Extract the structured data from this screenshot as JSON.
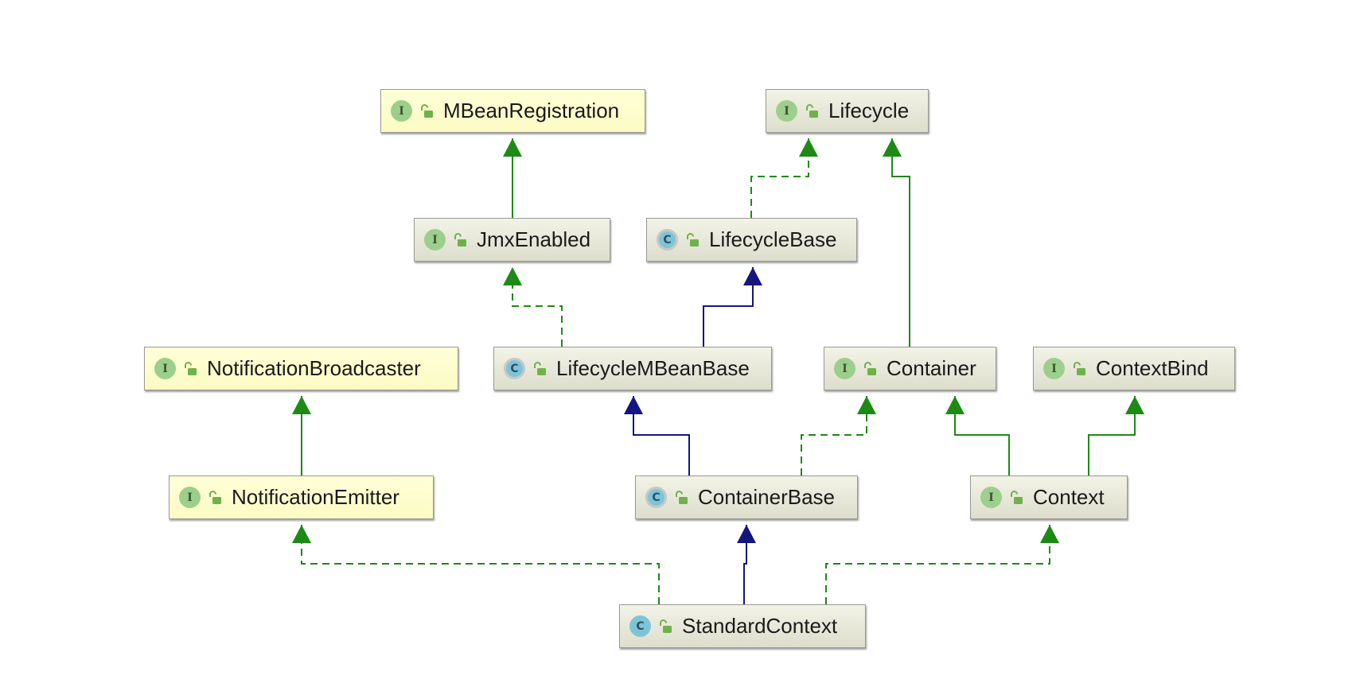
{
  "nodes": [
    {
      "id": "mbean-registration",
      "label": "MBeanRegistration",
      "kind": "interface",
      "kind_letter": "I"
    },
    {
      "id": "lifecycle",
      "label": "Lifecycle",
      "kind": "interface",
      "kind_letter": "I"
    },
    {
      "id": "jmx-enabled",
      "label": "JmxEnabled",
      "kind": "interface",
      "kind_letter": "I"
    },
    {
      "id": "lifecycle-base",
      "label": "LifecycleBase",
      "kind": "abstract-class",
      "kind_letter": "C"
    },
    {
      "id": "notification-broadcaster",
      "label": "NotificationBroadcaster",
      "kind": "interface",
      "kind_letter": "I"
    },
    {
      "id": "lifecycle-mbean-base",
      "label": "LifecycleMBeanBase",
      "kind": "abstract-class",
      "kind_letter": "C"
    },
    {
      "id": "container",
      "label": "Container",
      "kind": "interface",
      "kind_letter": "I"
    },
    {
      "id": "context-bind",
      "label": "ContextBind",
      "kind": "interface",
      "kind_letter": "I"
    },
    {
      "id": "notification-emitter",
      "label": "NotificationEmitter",
      "kind": "interface",
      "kind_letter": "I"
    },
    {
      "id": "container-base",
      "label": "ContainerBase",
      "kind": "abstract-class",
      "kind_letter": "C"
    },
    {
      "id": "context",
      "label": "Context",
      "kind": "interface",
      "kind_letter": "I"
    },
    {
      "id": "standard-context",
      "label": "StandardContext",
      "kind": "class",
      "kind_letter": "C"
    }
  ],
  "edges": [
    {
      "from": "jmx-enabled",
      "to": "mbean-registration",
      "type": "extends-interface"
    },
    {
      "from": "lifecycle-base",
      "to": "lifecycle",
      "type": "implements"
    },
    {
      "from": "container",
      "to": "lifecycle",
      "type": "extends-interface"
    },
    {
      "from": "lifecycle-mbean-base",
      "to": "jmx-enabled",
      "type": "implements"
    },
    {
      "from": "lifecycle-mbean-base",
      "to": "lifecycle-base",
      "type": "extends-class"
    },
    {
      "from": "notification-emitter",
      "to": "notification-broadcaster",
      "type": "extends-interface"
    },
    {
      "from": "container-base",
      "to": "lifecycle-mbean-base",
      "type": "extends-class"
    },
    {
      "from": "container-base",
      "to": "container",
      "type": "implements"
    },
    {
      "from": "context",
      "to": "container",
      "type": "extends-interface"
    },
    {
      "from": "context",
      "to": "context-bind",
      "type": "extends-interface"
    },
    {
      "from": "standard-context",
      "to": "notification-emitter",
      "type": "implements"
    },
    {
      "from": "standard-context",
      "to": "container-base",
      "type": "extends-class"
    },
    {
      "from": "standard-context",
      "to": "context",
      "type": "implements"
    }
  ],
  "colors": {
    "implements": "#1e8a16",
    "extends_interface": "#1e8a16",
    "extends_class": "#15157f",
    "interface_badge": "#9ccf8b",
    "class_badge": "#7ec4d8",
    "visibility_icon": "#6fb24a"
  },
  "icons": {
    "visibility": "unlocked-padlock-icon"
  }
}
